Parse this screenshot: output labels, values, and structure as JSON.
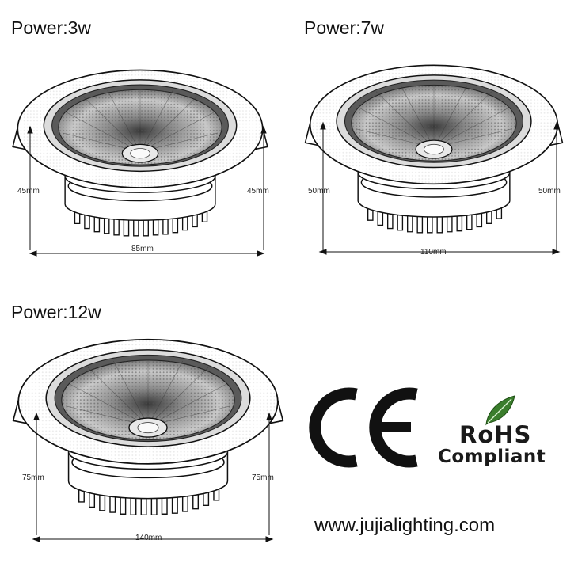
{
  "products": [
    {
      "title": "Power:3w",
      "height_left": "45mm",
      "height_right": "45mm",
      "width": "85mm"
    },
    {
      "title": "Power:7w",
      "height_left": "50mm",
      "height_right": "50mm",
      "width": "110mm"
    },
    {
      "title": "Power:12w",
      "height_left": "75mm",
      "height_right": "75mm",
      "width": "140mm"
    }
  ],
  "certifications": {
    "ce_mark": "CE",
    "rohs_line1": "RoHS",
    "rohs_line2": "Compliant"
  },
  "website": "www.jujialighting.com",
  "colors": {
    "line": "#111111",
    "leaf_green": "#3a7d2c"
  }
}
